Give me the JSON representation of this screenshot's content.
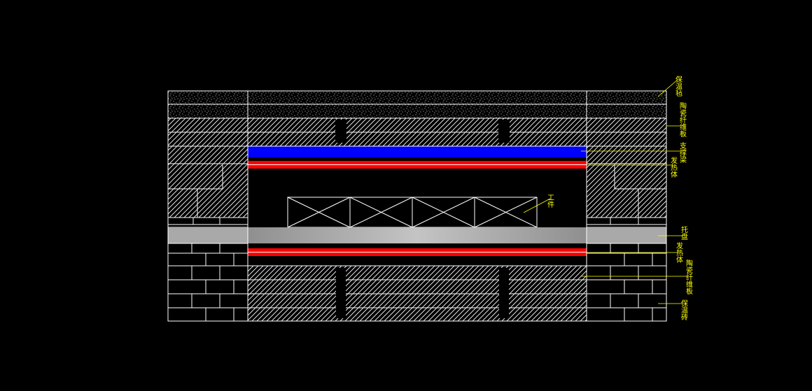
{
  "drawing": {
    "background": "#000000",
    "line_color": "#ffffff",
    "label_color": "#ffff00",
    "support_beam_color": "#0000ff",
    "heater_color": "#ff0000"
  },
  "labels": {
    "insulation_felt": "保温毡",
    "ceramic_fiber_board_top": "陶瓷纤维板",
    "support_beam": "支撑梁",
    "heater_top": "发热体",
    "workpiece": "工件",
    "tray": "托盘",
    "heater_bottom": "发热体",
    "ceramic_fiber_board_bottom": "陶瓷纤维板",
    "insulation_brick": "保温砖"
  }
}
